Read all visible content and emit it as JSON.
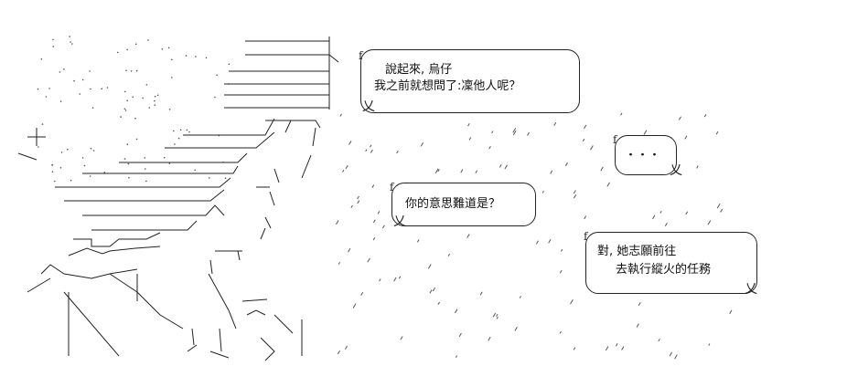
{
  "bubbles": {
    "b1": {
      "line1": "說起來, 烏仔",
      "line2": "我之前就想問了:凜他人呢？"
    },
    "b2": {
      "text": "・・・"
    },
    "b3": {
      "text": "你的意思難道是？"
    },
    "b4": {
      "line1": "對, 她志願前往",
      "line2": "去執行縱火的任務"
    }
  },
  "decor": {
    "stroke": "#222222",
    "dots": "#555555"
  }
}
